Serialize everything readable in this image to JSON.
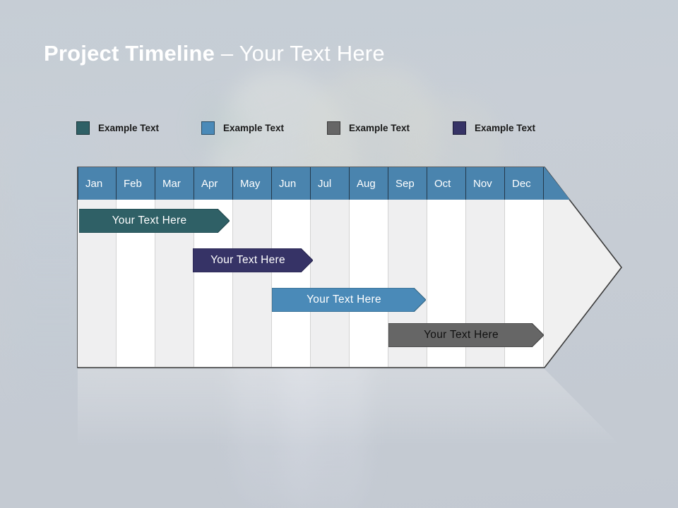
{
  "slide": {
    "title_bold": "Project Timeline",
    "title_rest": " – Your Text Here",
    "title_full": "Project Timeline – Your Text Here"
  },
  "legend": {
    "items": [
      {
        "label": "Example Text",
        "color": "#2f6066",
        "name": "legend-swatch-teal"
      },
      {
        "label": "Example Text",
        "color": "#4a8ab8",
        "name": "legend-swatch-blue"
      },
      {
        "label": "Example Text",
        "color": "#666666",
        "name": "legend-swatch-gray"
      },
      {
        "label": "Example Text",
        "color": "#363366",
        "name": "legend-swatch-navy"
      }
    ]
  },
  "timeline": {
    "months": [
      "Jan",
      "Feb",
      "Mar",
      "Apr",
      "May",
      "Jun",
      "Jul",
      "Aug",
      "Sep",
      "Oct",
      "Nov",
      "Dec"
    ],
    "header_color": "#4a84ae",
    "header_text_color": "#ffffff",
    "column_shade_color": "#efeff0",
    "column_plain_color": "#ffffff",
    "arrow_body_color": "#f0f0f0",
    "arrow_outline_color": "#3a3a3a",
    "bars": [
      {
        "label": "Your  Text Here",
        "color": "#2f6066",
        "text_color": "#ffffff",
        "start_month": "Jan",
        "end_month": "Apr",
        "row": 1
      },
      {
        "label": "Your  Text Here",
        "color": "#363366",
        "text_color": "#ffffff",
        "start_month": "Apr",
        "end_month": "Jun",
        "row": 2
      },
      {
        "label": "Your  Text Here",
        "color": "#4a8ab8",
        "text_color": "#ffffff",
        "start_month": "Jun",
        "end_month": "Sep",
        "row": 3
      },
      {
        "label": "Your  Text Here",
        "color": "#666666",
        "text_color": "#111111",
        "start_month": "Sep",
        "end_month": "Dec",
        "row": 4
      }
    ]
  },
  "chart_data": {
    "type": "bar",
    "title": "Project Timeline – Your Text Here",
    "categories": [
      "Jan",
      "Feb",
      "Mar",
      "Apr",
      "May",
      "Jun",
      "Jul",
      "Aug",
      "Sep",
      "Oct",
      "Nov",
      "Dec"
    ],
    "xlabel": "",
    "ylabel": "",
    "legend": [
      "Example Text",
      "Example Text",
      "Example Text",
      "Example Text"
    ],
    "series": [
      {
        "name": "Example Text",
        "color": "#2f6066",
        "start": 0,
        "end": 4,
        "label": "Your  Text Here"
      },
      {
        "name": "Example Text",
        "color": "#363366",
        "start": 3,
        "end": 6,
        "label": "Your  Text Here"
      },
      {
        "name": "Example Text",
        "color": "#4a8ab8",
        "start": 5,
        "end": 9,
        "label": "Your  Text Here"
      },
      {
        "name": "Example Text",
        "color": "#666666",
        "start": 8,
        "end": 12,
        "label": "Your  Text Here"
      }
    ]
  }
}
